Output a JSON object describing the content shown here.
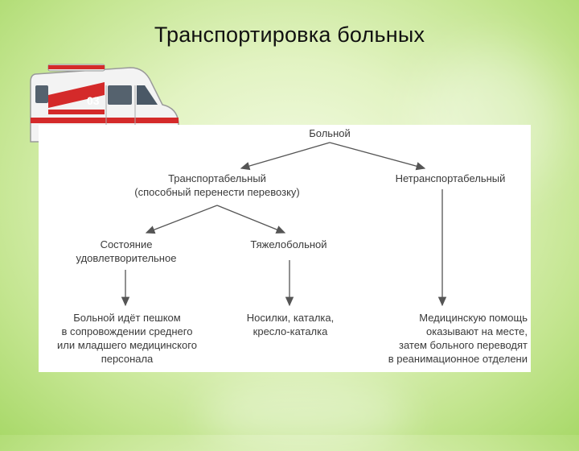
{
  "slide": {
    "title": "Транспортировка больных"
  },
  "diagram": {
    "root": "Больной",
    "transportable": {
      "line1": "Транспортабельный",
      "line2": "(способный перенести перевозку)"
    },
    "non_transportable": "Нетранспортабельный",
    "satisfactory": {
      "line1": "Состояние",
      "line2": "удовлетворительное"
    },
    "severe": "Тяжелобольной",
    "walks": {
      "line1": "Больной идёт пешком",
      "line2": "в сопровождении среднего",
      "line3": "или младшего медицинского",
      "line4": "персонала"
    },
    "stretcher": {
      "line1": "Носилки, каталка,",
      "line2": "кресло-каталка"
    },
    "on_site": {
      "line1": "Медицинскую помощь",
      "line2": "оказывают на месте,",
      "line3": "затем больного переводят",
      "line4": "в реанимационное отделени"
    }
  },
  "ambulance": {
    "number": "03"
  },
  "colors": {
    "ambulance_stripe": "#d42a2a",
    "text": "#3a3a3a",
    "arrows": "#555555"
  }
}
